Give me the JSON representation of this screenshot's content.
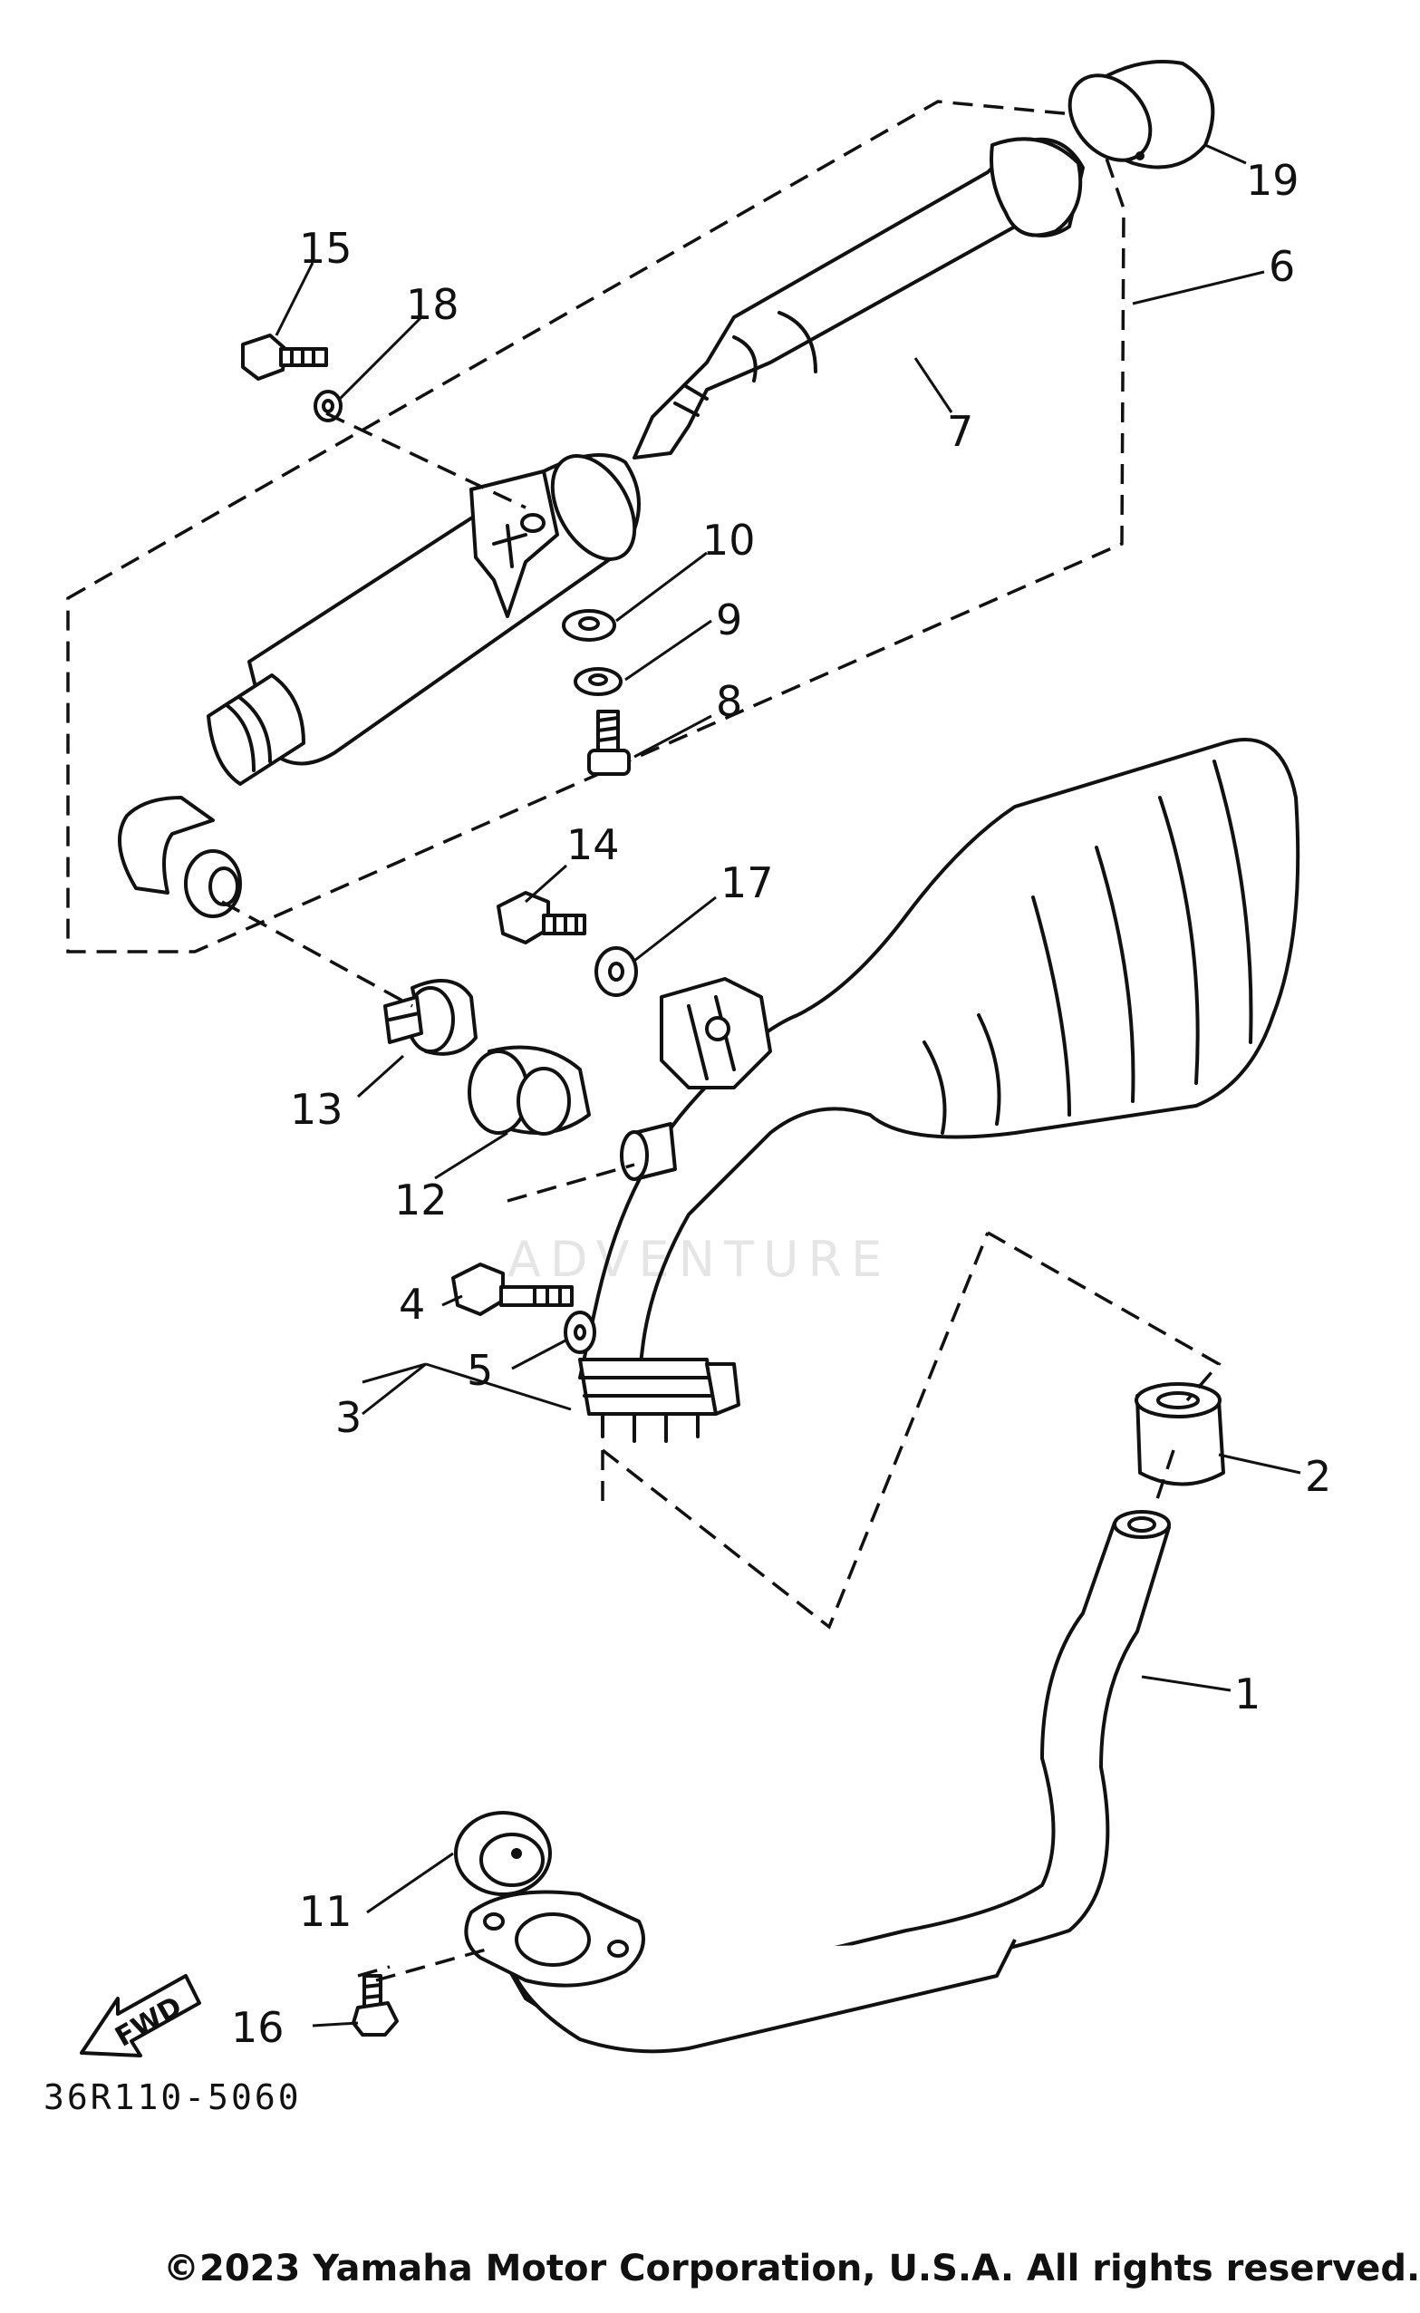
{
  "diagram": {
    "callouts": [
      "1",
      "2",
      "3",
      "4",
      "5",
      "6",
      "7",
      "8",
      "9",
      "10",
      "11",
      "12",
      "13",
      "14",
      "15",
      "16",
      "17",
      "18",
      "19"
    ],
    "fwd_label": "FWD",
    "drawing_code": "36R110-5060",
    "watermark": "ADVENTURE",
    "copyright": "©2023 Yamaha Motor Corporation, U.S.A. All rights reserved."
  }
}
